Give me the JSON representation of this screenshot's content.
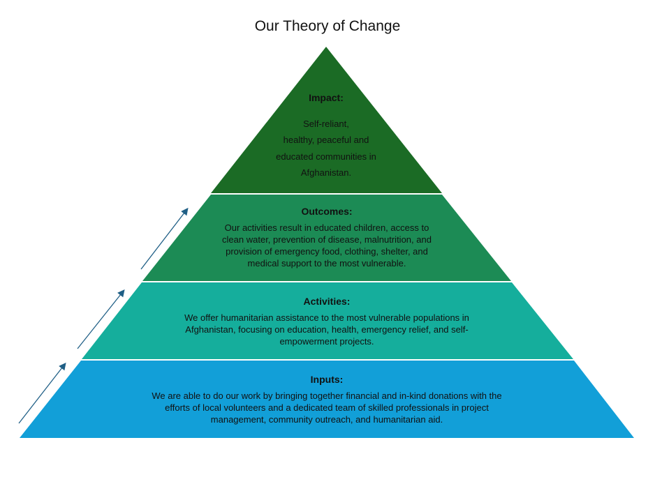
{
  "title": "Our Theory of Change",
  "colors": {
    "impact": "#1b6b25",
    "outcomes": "#1c8b55",
    "activities": "#15ae9c",
    "inputs": "#129fd8",
    "arrow": "#1f5f86"
  },
  "tiers": {
    "impact": {
      "heading": "Impact:",
      "lines": [
        "Self-reliant,",
        "healthy, peaceful and",
        "educated communities in",
        "Afghanistan."
      ]
    },
    "outcomes": {
      "heading": "Outcomes:",
      "lines": [
        "Our activities result in educated children, access to",
        "clean water, prevention of disease, malnutrition, and",
        "provision of emergency food, clothing, shelter, and",
        "medical support to the most vulnerable."
      ]
    },
    "activities": {
      "heading": "Activities:",
      "lines": [
        "We offer humanitarian assistance to the most vulnerable populations in",
        "Afghanistan, focusing on education, health, emergency relief, and self-",
        "empowerment projects."
      ]
    },
    "inputs": {
      "heading": "Inputs:",
      "lines": [
        "We are able to do our work by bringing together financial and in-kind donations with the",
        "efforts of local volunteers and a dedicated team of skilled professionals in project",
        "management, community outreach, and humanitarian aid."
      ]
    }
  }
}
